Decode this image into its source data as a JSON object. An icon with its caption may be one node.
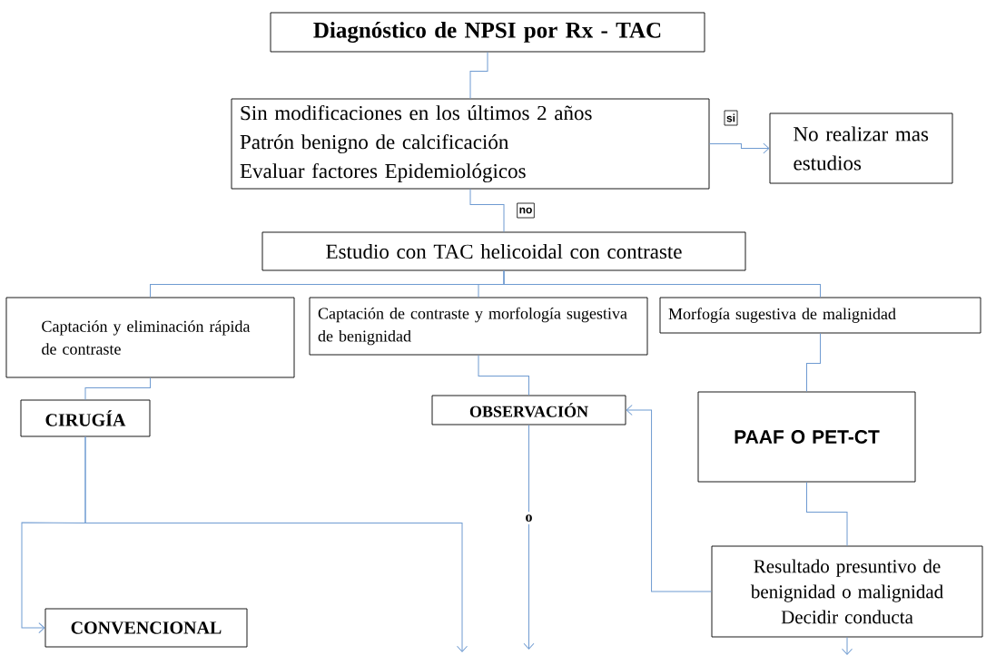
{
  "diagram": {
    "nodes": [
      {
        "text": [
          "Diagnóstico de NPSI por Rx - TAC"
        ]
      },
      {
        "text": [
          "Sin modificaciones en los últimos 2 años",
          "Patrón benigno de calcificación",
          "Evaluar factores Epidemiológicos"
        ]
      },
      {
        "text": [
          "No realizar mas estudios"
        ]
      },
      {
        "text": [
          "Estudio con TAC helicoidal con contraste"
        ]
      },
      {
        "text": [
          "Captación y eliminación rápida de contraste"
        ]
      },
      {
        "text": [
          "Captación de contraste y morfología sugestiva de benignidad"
        ]
      },
      {
        "text": [
          "Morfogía sugestiva de malignidad"
        ]
      },
      {
        "text": [
          "CIRUGÍA"
        ]
      },
      {
        "text": [
          "OBSERVACIÓN"
        ]
      },
      {
        "text": [
          "PAAF O PET-CT"
        ]
      },
      {
        "text": [
          "Resultado presuntivo de benignidad o malignidad",
          "Decidir conducta"
        ]
      },
      {
        "text": [
          "CONVENCIONAL"
        ]
      }
    ],
    "edges": [
      {
        "from": 0,
        "to": 1,
        "arrow": "none"
      },
      {
        "from": 1,
        "to": 2,
        "arrow": "to",
        "label": "si"
      },
      {
        "from": 1,
        "to": 3,
        "arrow": "none",
        "label": "no"
      },
      {
        "from": 3,
        "to": 4,
        "arrow": "none"
      },
      {
        "from": 3,
        "to": 5,
        "arrow": "none"
      },
      {
        "from": 3,
        "to": 6,
        "arrow": "none"
      },
      {
        "from": 4,
        "to": 7,
        "arrow": "none"
      },
      {
        "from": 7,
        "to": 11,
        "arrow": "to"
      },
      {
        "from": 7,
        "to": null,
        "arrow": "to"
      },
      {
        "from": 5,
        "to": 8,
        "arrow": "none"
      },
      {
        "from": 8,
        "to": null,
        "arrow": "to",
        "label": "o"
      },
      {
        "from": 6,
        "to": 9,
        "arrow": "none"
      },
      {
        "from": 9,
        "to": 10,
        "arrow": "none"
      },
      {
        "from": 10,
        "to": 8,
        "arrow": "to"
      },
      {
        "from": 10,
        "to": null,
        "arrow": "to"
      }
    ]
  }
}
